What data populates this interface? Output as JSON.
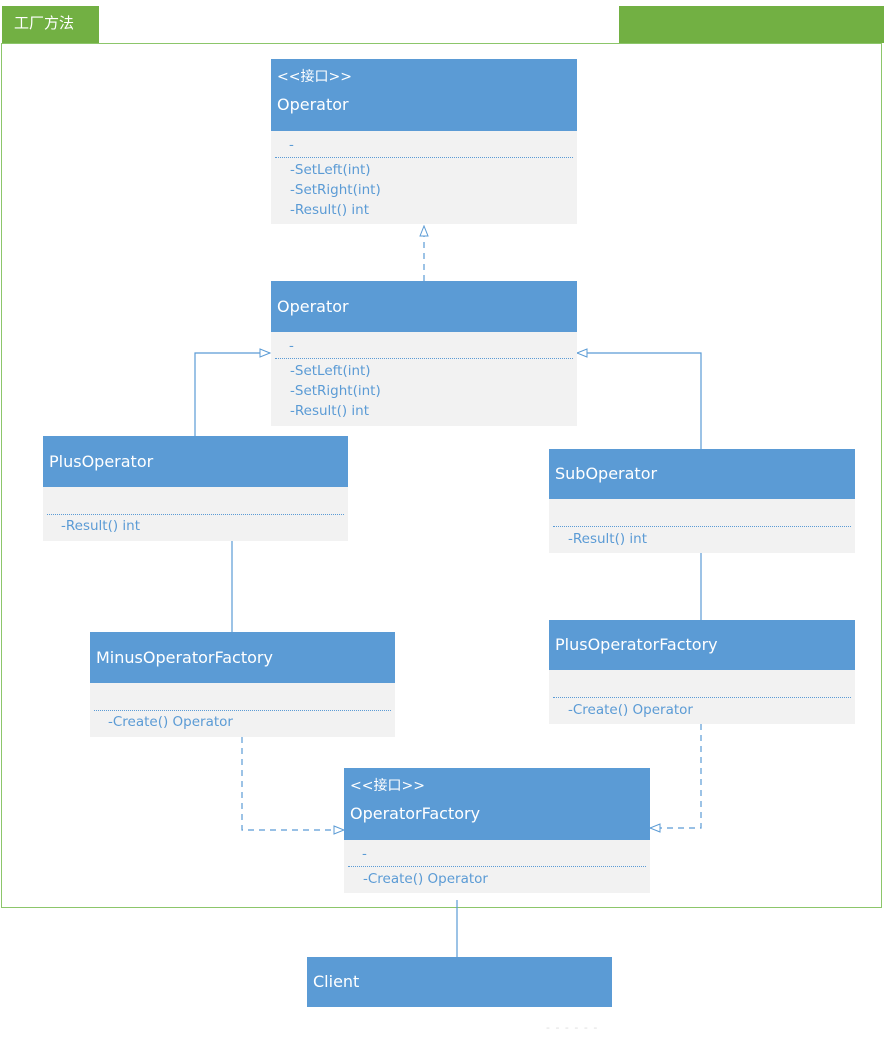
{
  "header": {
    "title": "工厂方法"
  },
  "boxes": {
    "operator_interface": {
      "stereotype": "<<接口>>",
      "name": "Operator",
      "attr": "-",
      "methods": [
        "-SetLeft(int)",
        "-SetRight(int)",
        "-Result() int"
      ]
    },
    "operator_class": {
      "name": "Operator",
      "attr": "-",
      "methods": [
        "-SetLeft(int)",
        "-SetRight(int)",
        "-Result() int"
      ]
    },
    "plus_operator": {
      "name": "PlusOperator",
      "methods": [
        "-Result() int"
      ]
    },
    "sub_operator": {
      "name": "SubOperator",
      "methods": [
        "-Result() int"
      ]
    },
    "minus_factory": {
      "name": "MinusOperatorFactory",
      "methods": [
        "-Create() Operator"
      ]
    },
    "plus_factory": {
      "name": "PlusOperatorFactory",
      "methods": [
        "-Create() Operator"
      ]
    },
    "factory_interface": {
      "stereotype": "<<接口>>",
      "name": "OperatorFactory",
      "attr": "-",
      "methods": [
        "-Create() Operator"
      ]
    },
    "client": {
      "name": "Client"
    }
  },
  "colors": {
    "header_fill": "#5b9bd5",
    "body_fill": "#f2f2f2",
    "frame": "#8cc66a",
    "tab": "#72b043"
  },
  "footer": {
    "dots": "- - - - - -"
  }
}
